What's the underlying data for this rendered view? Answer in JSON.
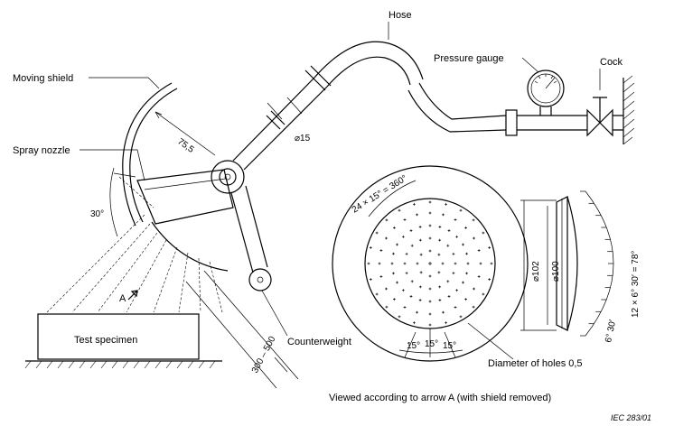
{
  "labels": {
    "hose": "Hose",
    "pressure_gauge": "Pressure gauge",
    "cock": "Cock",
    "moving_shield": "Moving shield",
    "spray_nozzle": "Spray nozzle",
    "test_specimen": "Test specimen",
    "counterweight": "Counterweight",
    "diameter_of_holes": "Diameter of holes 0,5",
    "arrow_a": "A"
  },
  "dimensions": {
    "d15": "⌀15",
    "r75": "75,5",
    "angle30": "30°",
    "range": "300 – 500",
    "holes_angle": "24 × 15° = 360°",
    "d102": "⌀102",
    "d100": "⌀100",
    "side_angle": "12 × 6° 30′ = 78°",
    "small_angle": "6° 30′",
    "seg1": "15°",
    "seg2": "15°",
    "seg3": "15°"
  },
  "caption": "Viewed according to arrow A (with shield removed)",
  "reference": "IEC   283/01",
  "icons": [
    "nozzle-face",
    "pressure-gauge-dial",
    "cock-valve"
  ]
}
